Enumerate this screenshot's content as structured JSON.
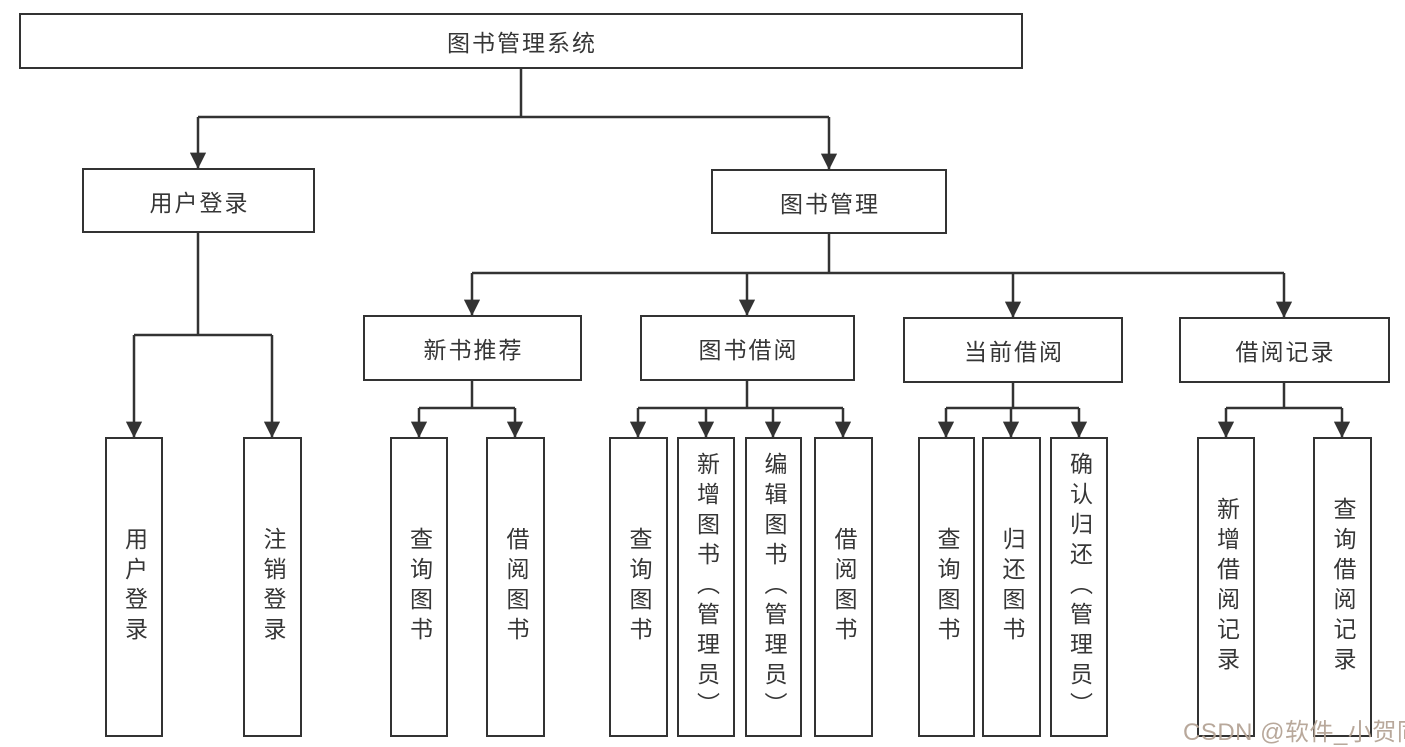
{
  "diagram": {
    "root": {
      "label": "图书管理系统"
    },
    "branches": [
      {
        "label": "用户登录",
        "children": [
          {
            "label": "用户登录"
          },
          {
            "label": "注销登录"
          }
        ]
      },
      {
        "label": "图书管理",
        "children": [
          {
            "label": "新书推荐",
            "children": [
              {
                "label": "查询图书"
              },
              {
                "label": "借阅图书"
              }
            ]
          },
          {
            "label": "图书借阅",
            "children": [
              {
                "label": "查询图书"
              },
              {
                "label": "新增图书（管理员）"
              },
              {
                "label": "编辑图书（管理员）"
              },
              {
                "label": "借阅图书"
              }
            ]
          },
          {
            "label": "当前借阅",
            "children": [
              {
                "label": "查询图书"
              },
              {
                "label": "归还图书"
              },
              {
                "label": "确认归还（管理员）"
              }
            ]
          },
          {
            "label": "借阅记录",
            "children": [
              {
                "label": "新增借阅记录"
              },
              {
                "label": "查询借阅记录"
              }
            ]
          }
        ]
      }
    ]
  },
  "watermark": {
    "text": "CSDN @软件_小贺同学",
    "color": "#b5a496"
  },
  "colors": {
    "line": "#333333",
    "text": "#363636",
    "background": "#ffffff"
  }
}
